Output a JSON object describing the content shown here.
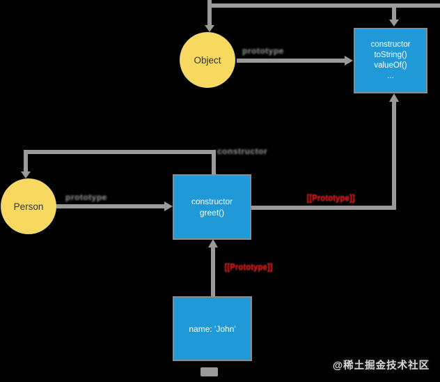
{
  "diagram": {
    "nodes": {
      "object": {
        "label": "Object"
      },
      "person": {
        "label": "Person"
      },
      "object_prototype": {
        "lines": [
          "constructor",
          "toString()",
          "valueOf()",
          "..."
        ]
      },
      "person_prototype": {
        "lines": [
          "constructor",
          "greet()"
        ]
      },
      "person_instance": {
        "lines": [
          "name: 'John'"
        ]
      }
    },
    "edge_labels": {
      "object_prototype": "prototype",
      "person_prototype": "prototype",
      "person_constructor": "constructor",
      "proto_chain_right": "[[Prototype]]",
      "proto_chain_bottom": "[[Prototype]]"
    },
    "colors": {
      "background": "#000000",
      "circle_fill": "#F7D95F",
      "box_fill": "#2099D6",
      "node_border": "#8C8C8C",
      "edge": "#9A9A9A",
      "edge_label_gray": "#9E9E9E",
      "edge_label_red": "#FF0000",
      "box_text": "#FFFFFF",
      "circle_text": "#333333"
    }
  },
  "watermark": {
    "text": "@稀土掘金技术社区"
  }
}
